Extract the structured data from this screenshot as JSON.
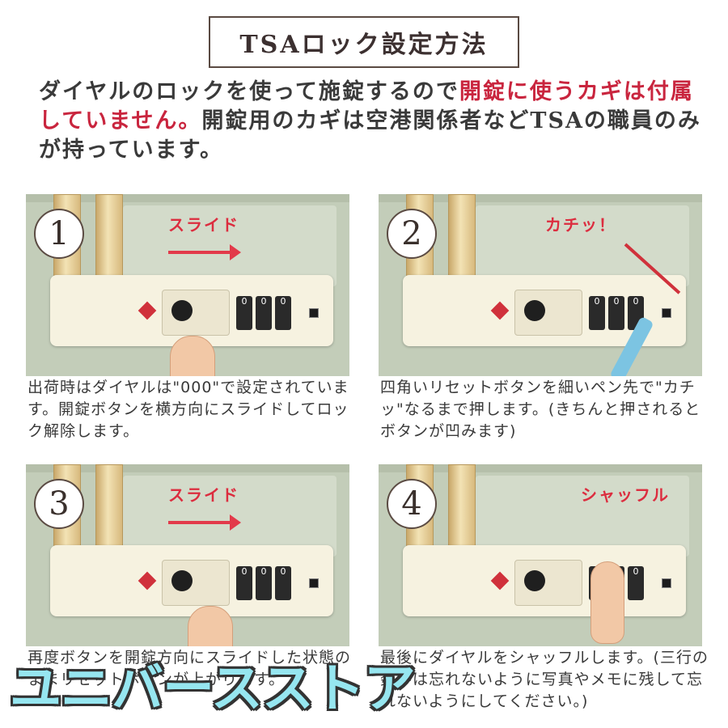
{
  "title": "TSAロック設定方法",
  "intro": {
    "part1": "ダイヤルのロックを使って施錠するので",
    "emphasis": "開錠に使うカギは付属していません。",
    "part2": "開錠用のカギは空港関係者などTSAの職員のみが持っています。"
  },
  "steps": [
    {
      "number": "1",
      "label": "スライド",
      "dials": [
        "0",
        "0",
        "0"
      ],
      "caption": "出荷時はダイヤルは\"000\"で設定されています。開錠ボタンを横方向にスライドしてロック解除します。"
    },
    {
      "number": "2",
      "label": "カチッ！",
      "dials": [
        "0",
        "0",
        "0"
      ],
      "caption": "四角いリセットボタンを細いペン先で\"カチッ\"なるまで押します。(きちんと押されるとボタンが凹みます)"
    },
    {
      "number": "3",
      "label": "スライド",
      "dials": [
        "0",
        "0",
        "0"
      ],
      "caption": "再度ボタンを開錠方向にスライドした状態のままリセットボタンが上がります。"
    },
    {
      "number": "4",
      "label": "シャッフル",
      "dials": [
        "0",
        "0",
        "0"
      ],
      "caption": "最後にダイヤルをシャッフルします。(三行の数字は忘れないように写真やメモに残して忘れないようにしてください。)"
    }
  ],
  "watermark": "ユニバースストア",
  "colors": {
    "accent_red": "#c9253e",
    "panel_green": "#c3cdb9",
    "watermark": "#96e6f0"
  }
}
